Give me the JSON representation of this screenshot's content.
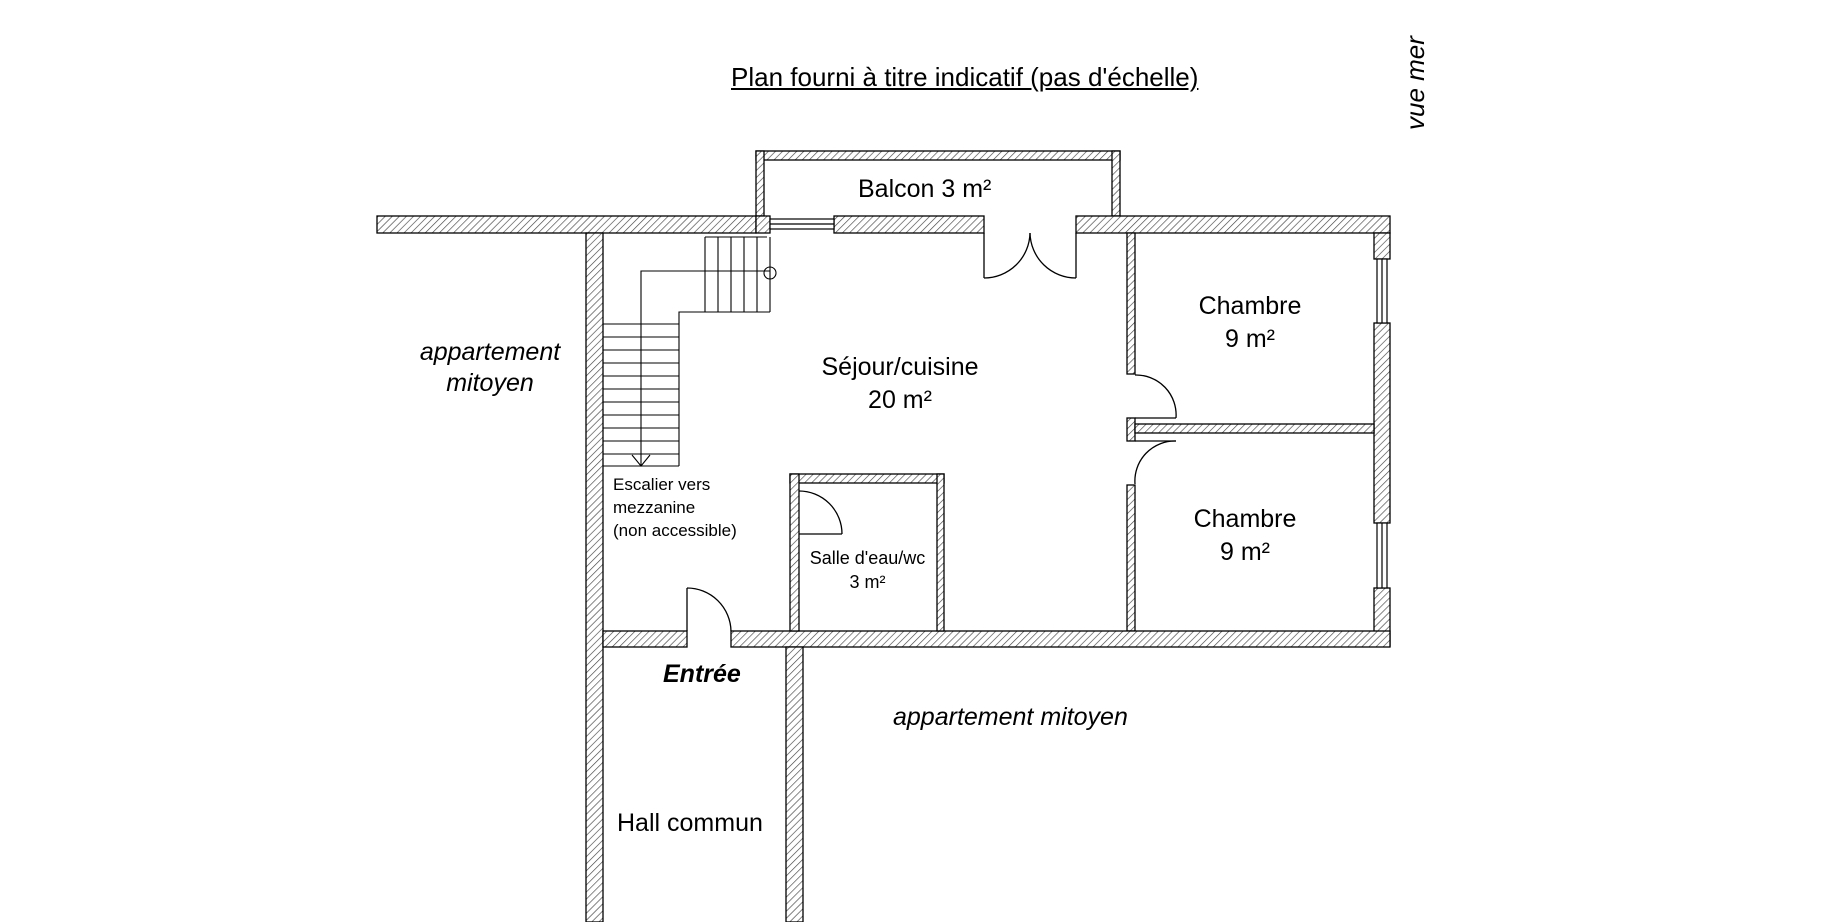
{
  "title": "Plan fourni à titre indicatif (pas d'échelle)",
  "orientation": "vue mer",
  "rooms": {
    "balcon": "Balcon 3 m²",
    "sejour": {
      "name": "Séjour/cuisine",
      "area": "20 m²"
    },
    "chambre1": {
      "name": "Chambre",
      "area": "9 m²"
    },
    "chambre2": {
      "name": "Chambre",
      "area": "9 m²"
    },
    "salle_eau": {
      "name": "Salle d'eau/wc",
      "area": "3 m²"
    },
    "hall": "Hall commun"
  },
  "stairs_note": [
    "Escalier vers",
    "mezzanine",
    "(non accessible)"
  ],
  "entrance": "Entrée",
  "neighbors": {
    "left": [
      "appartement",
      "mitoyen"
    ],
    "bottom": "appartement mitoyen"
  }
}
